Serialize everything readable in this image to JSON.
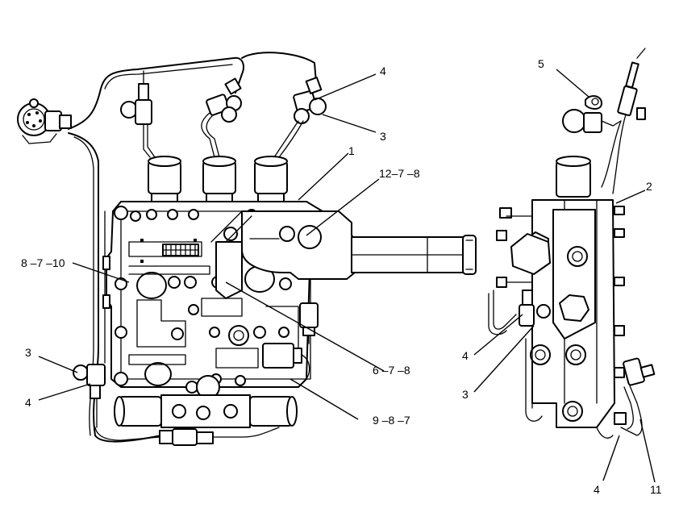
{
  "callouts": {
    "c_4_top": "4",
    "c_3_top": "3",
    "c_1": "1",
    "c_12_7_8": "12–7 –8",
    "c_8_7_10": "8 –7 –10",
    "c_6_7_8": "6 –7 –8",
    "c_9_8_7": "9 –8 –7",
    "c_3_left": "3",
    "c_4_left": "4",
    "c_5": "5",
    "c_2": "2",
    "c_4_right": "4",
    "c_3_right": "3",
    "c_4_bottom": "4",
    "c_11": "11"
  }
}
